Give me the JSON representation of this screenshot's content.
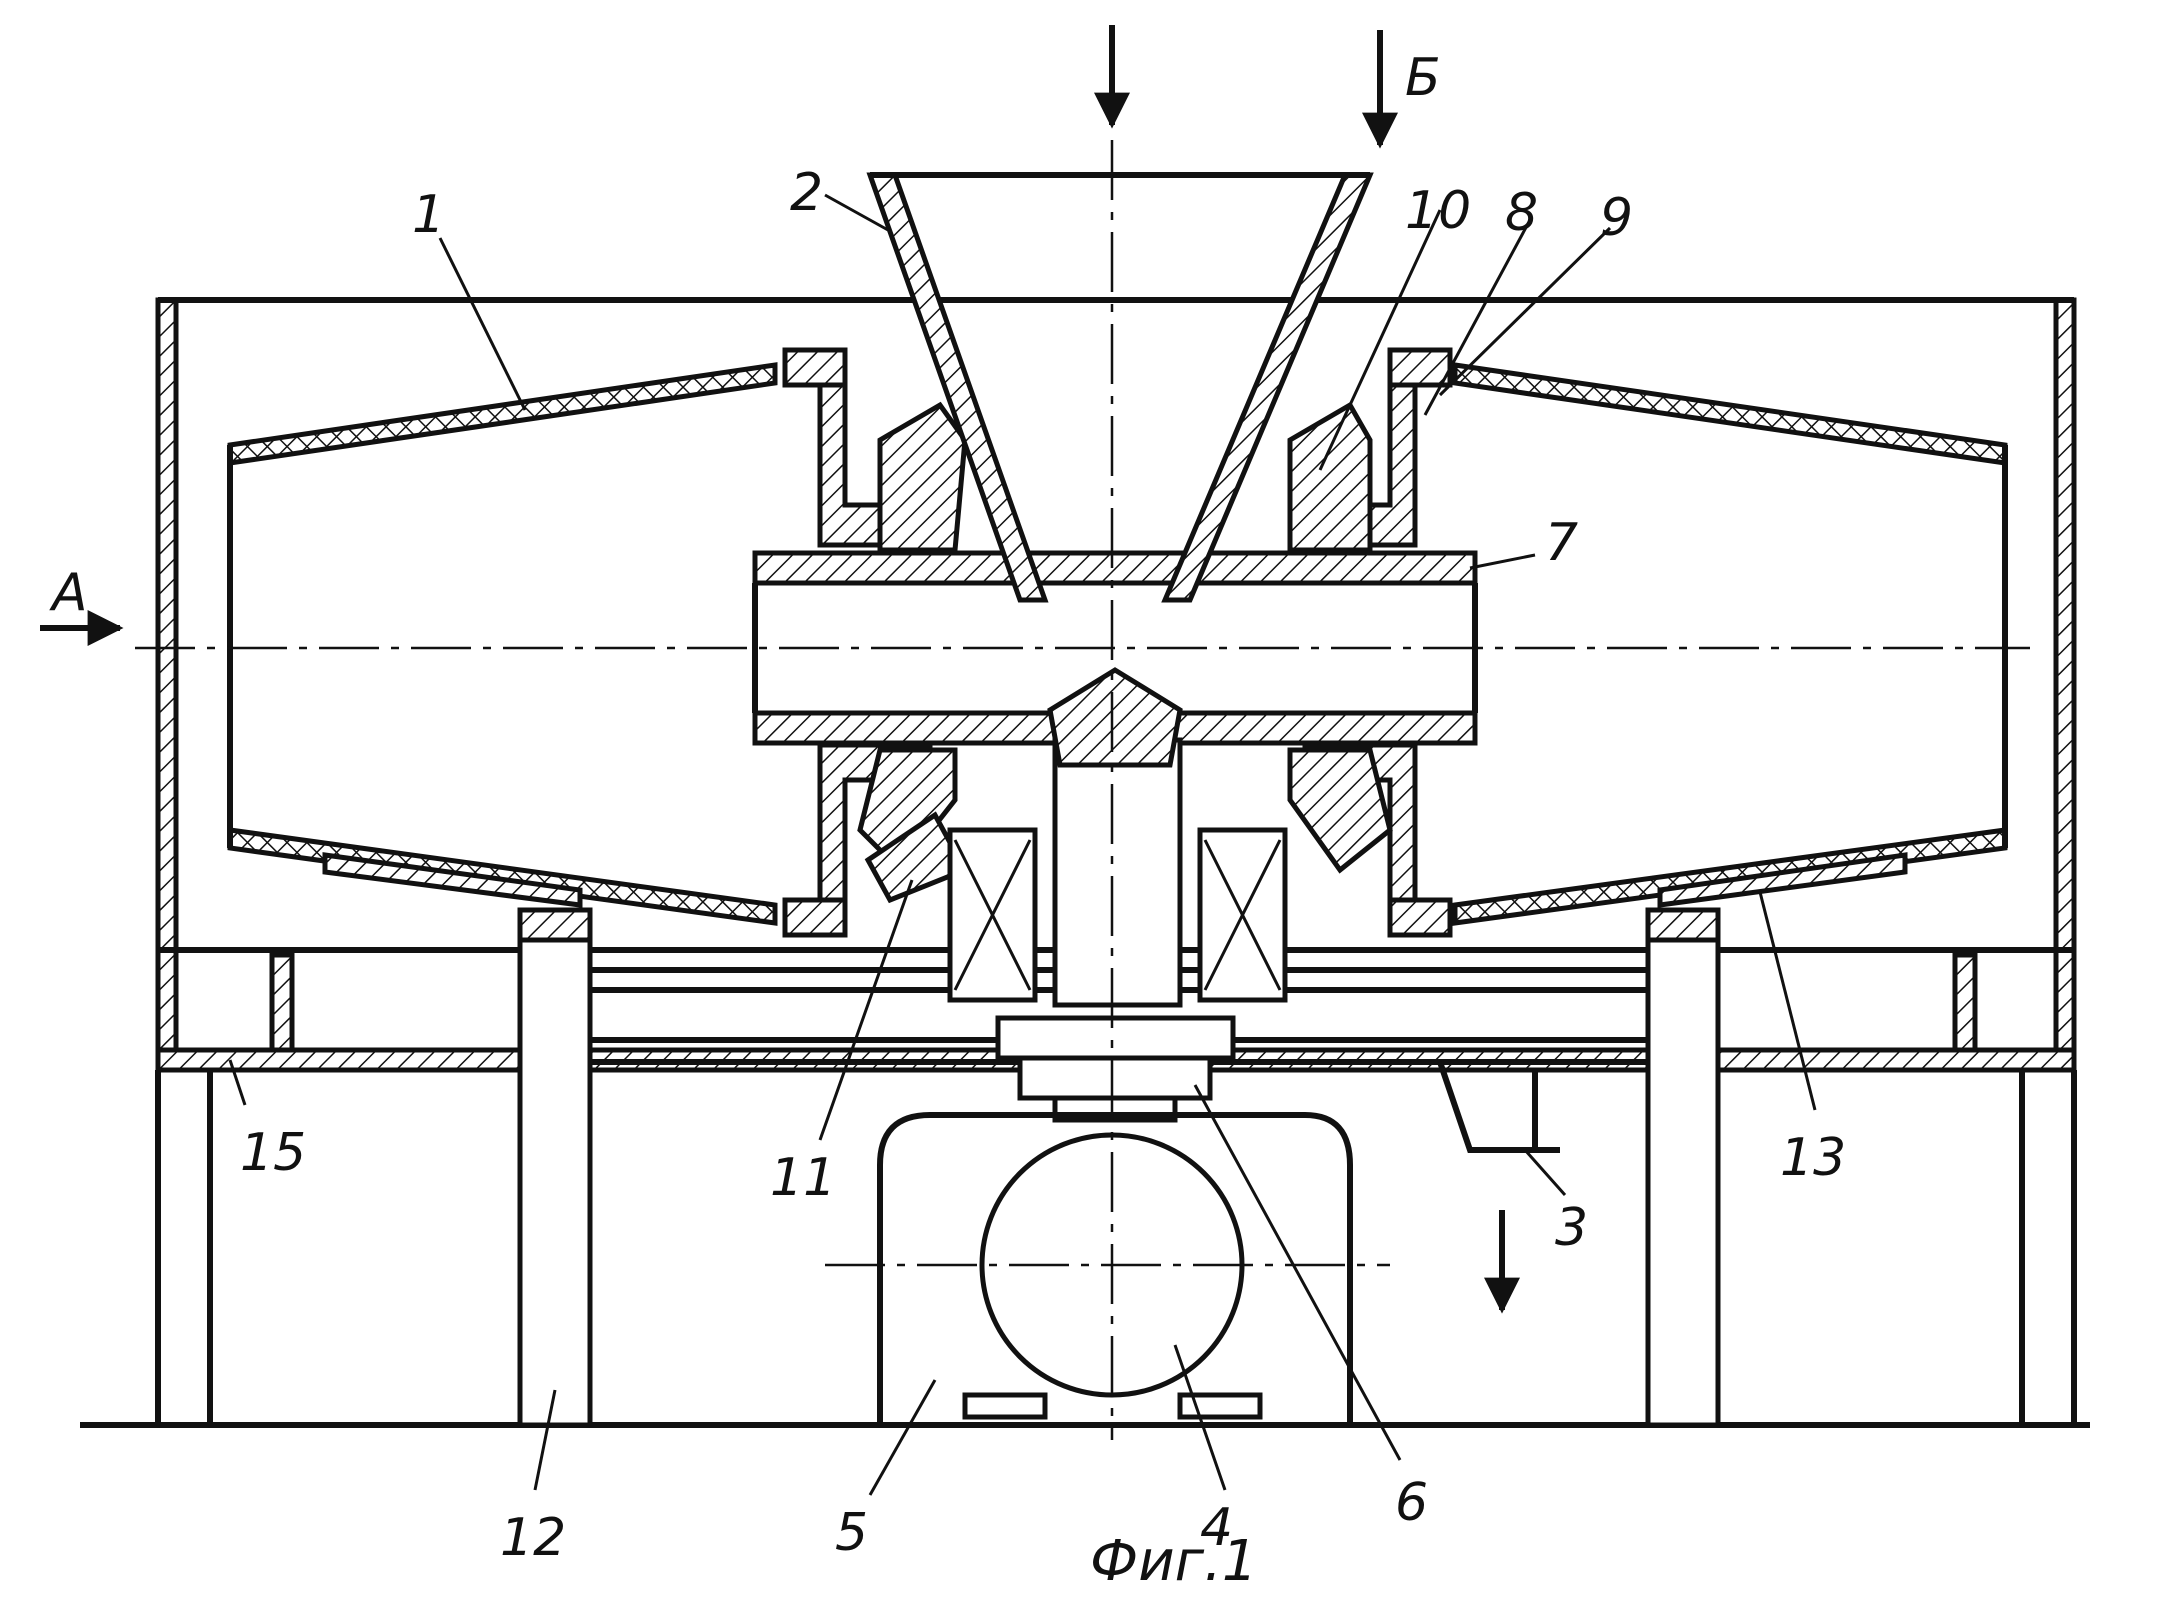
{
  "figure": {
    "caption": "Фиг.1"
  },
  "labels": {
    "l1": "1",
    "l2": "2",
    "l3": "3",
    "l4": "4",
    "l5": "5",
    "l6": "6",
    "l7": "7",
    "l8": "8",
    "l9": "9",
    "l10": "10",
    "l11": "11",
    "l12": "12",
    "l13": "13",
    "l15": "15",
    "flowA": "А",
    "flowB": "Б"
  }
}
